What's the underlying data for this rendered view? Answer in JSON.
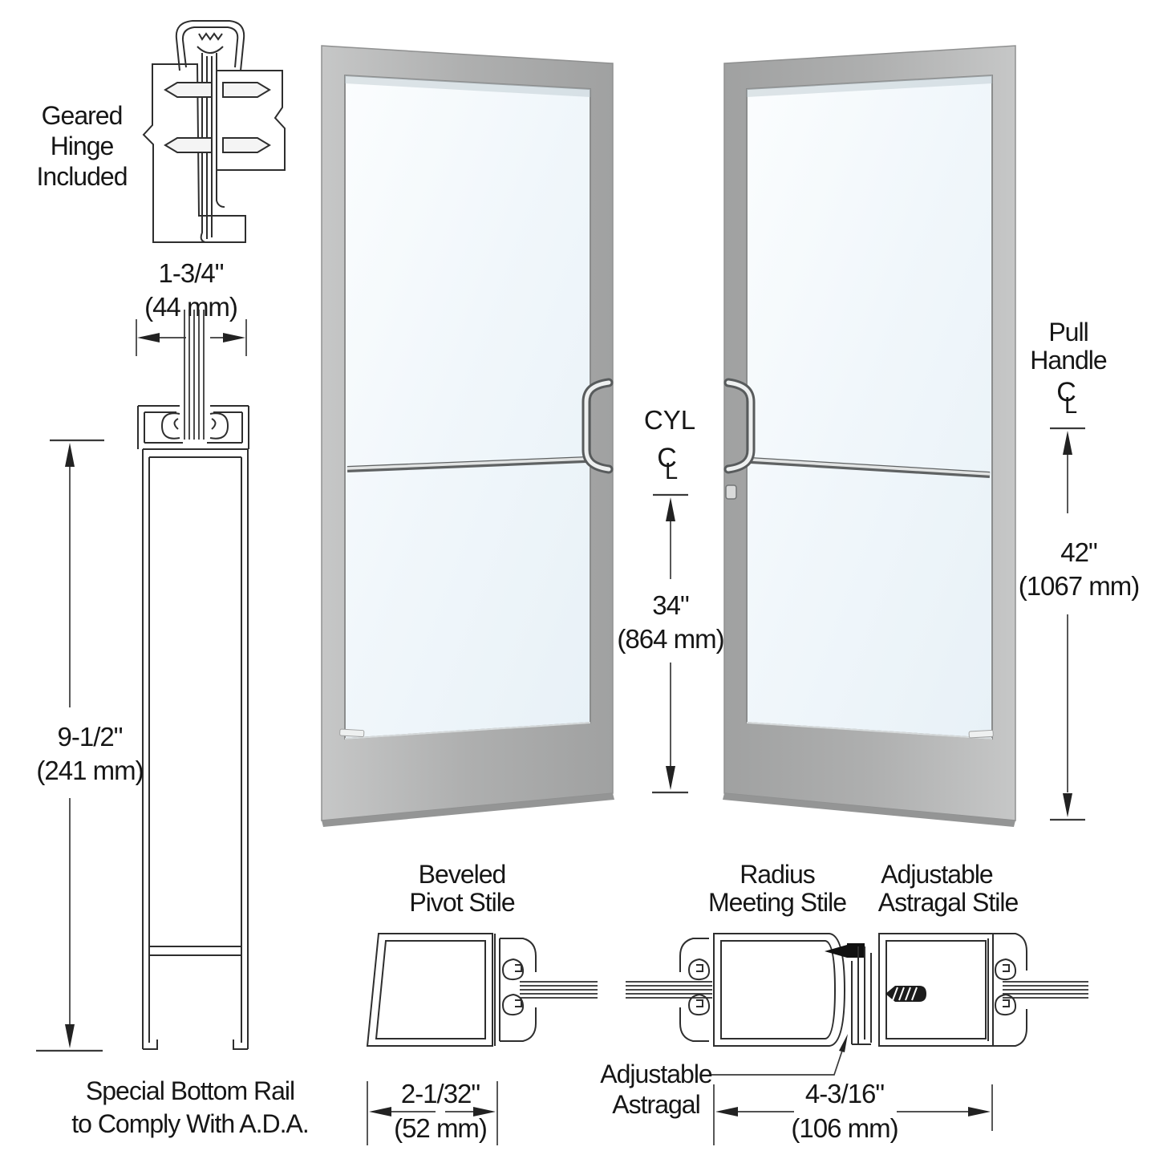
{
  "diagram": {
    "hinge_note": [
      "Geared",
      "Hinge",
      "Included"
    ],
    "stile_width": {
      "inches": "1-3/4\"",
      "metric": "(44 mm)"
    },
    "bottom_rail_height": {
      "inches": "9-1/2\"",
      "metric": "(241 mm)"
    },
    "bottom_rail_note": [
      "Special Bottom Rail",
      "to Comply With A.D.A."
    ],
    "cyl": {
      "label": "CYL",
      "height_inches": "34\"",
      "height_metric": "(864 mm)"
    },
    "pull_handle": {
      "line1": "Pull",
      "line2": "Handle",
      "height_inches": "42\"",
      "height_metric": "(1067 mm)"
    },
    "centerline": {
      "c": "C",
      "l": "L"
    },
    "beveled_pivot_stile": {
      "line1": "Beveled",
      "line2": "Pivot Stile",
      "width_inches": "2-1/32\"",
      "width_metric": "(52 mm)"
    },
    "radius_meeting_stile": {
      "line1": "Radius",
      "line2": "Meeting Stile"
    },
    "adjustable_astragal_stile": {
      "line1": "Adjustable",
      "line2": "Astragal Stile"
    },
    "adjustable_astragal": {
      "line1": "Adjustable",
      "line2": "Astragal"
    },
    "combined_stile_width": {
      "inches": "4-3/16\"",
      "metric": "(106 mm)"
    }
  },
  "colors": {
    "background": "#ffffff",
    "line": "#2e2e2e",
    "text": "#161616",
    "door_frame": "#aeafaf",
    "door_frame_light": "#c6c7c7",
    "door_frame_dark": "#9a9b9b",
    "glass": "#eff6fa",
    "hardware_outline": "#5d6061",
    "hardware_highlight": "#eef0f0"
  }
}
